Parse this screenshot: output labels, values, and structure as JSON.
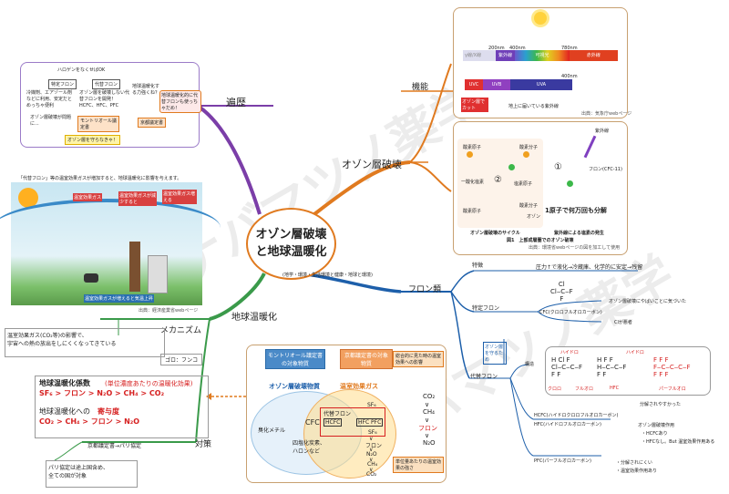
{
  "center": {
    "line1": "オゾン層破壊",
    "line2": "と地球温暖化"
  },
  "center_subtitle": "(地学・環境・生活環境と健康・地球と環境)",
  "watermark": "イナバマツノ薬学",
  "history": {
    "label": "遍歴",
    "halogen_ok": "ハロゲンをなくせばOK",
    "tokutei_title": "特定フロン",
    "tokutei_desc": "冷媒剤、エアゾール剤などに利用、安定だとめっちゃ便利",
    "ozone_problem": "オゾン層破壊が問題に...",
    "daitai_title": "代替フロン",
    "daitai_desc": "オゾン層を破壊しない代替フロンを開発！HCFC、HFC、PFC",
    "warming_q": "地球温暖化する力強くね？",
    "pfc_note": "地球温暖化的に代替フロンも使っちゃだめ！",
    "montreal": "モントリオール議定書",
    "kyoto": "京都議定書",
    "protect": "オゾン層を守らなきゃ！",
    "colors": {
      "line": "#7b3ea8",
      "border": "#9b7bc8"
    }
  },
  "functions": {
    "label": "機能",
    "ticks": [
      "200nm",
      "400nm",
      "780nm"
    ],
    "bar1": [
      "γ線/X線",
      "紫外線",
      "可視光",
      "赤外線"
    ],
    "tick2": "400nm",
    "bar2": [
      "UVC",
      "UVB",
      "UVA"
    ],
    "ozone_cut": "オゾン層でカット",
    "ground": "地上に届いている紫外線",
    "source": "出典：気象庁webページ"
  },
  "ozone_destruction": {
    "label": "オゾン層破壊",
    "uv": "紫外線",
    "cfc": "フロン(CFC-11)",
    "o_atom": "酸素原子",
    "o2_mol": "酸素分子",
    "o_atom2": "酸素原子",
    "o2_mol2": "酸素分子",
    "clo": "一酸化塩素",
    "cl_atom": "塩素原子",
    "ozone": "オゾン",
    "cycle": "オゾン層破壊のサイクル",
    "gen": "紫外線による塩素の発生",
    "handnote": "1原子で何万回も分解",
    "num1": "①",
    "num2": "②",
    "fig": "図1　上部成層圏でのオゾン破壊",
    "source": "出典：環境省webページの図を加工して使用"
  },
  "freon": {
    "label": "フロン類",
    "feature_label": "特徴",
    "feature_text": "圧力↑で液化→冷蔵庫、化学的に安定→残留",
    "specific_label": "特定フロン",
    "specific_name": "CFC(クロロフルオロカーボン)",
    "specific_note1": "オゾン層破壊にやばいことに気づいた",
    "specific_note2": "Clが悪者",
    "alt_note": "オゾン層を守るため",
    "alt_label": "代替フロン",
    "structure_label": "構造",
    "hcfc_line": "HCFC(ハイドロクロロフルオロカーボン)",
    "hfc_line": "HFC(ハイドロフルオロカーボン)",
    "hcfc_note": "分解されやすかった",
    "ozone_feature": "オゾン層破壊作用",
    "hcfc_yes": "・HCFCあり",
    "hfc_no": "・HFCなし。But 温室効果作用ある",
    "pfc_line": "PFC(パーフルオロカーボン)",
    "pfc_note1": "・分解されにくい",
    "pfc_note2": "・温室効果作用あり",
    "hand_labels": [
      "ハイドロ",
      "クロロ",
      "フルオロ",
      "ハイドロ",
      "HFC",
      "パーフルオロ"
    ]
  },
  "warming": {
    "label": "地球温暖化",
    "img_title": "「代替フロン」等の温室効果ガスが増加すると、地球温暖化に影響を与えます。",
    "img_labels": [
      "温室効果ガス",
      "温室効果ガスが減少すると",
      "温室効果ガス増える",
      "温室効果ガスが増えると気温上昇"
    ],
    "img_source": "出典：経済産業省webページ",
    "mech_label": "メカニズム",
    "mech_text1": "温室効果ガス(CO₂等)の影響で、",
    "mech_text2": "宇宙への熱の放出をしにくくなってきている",
    "goro": "ゴロ：フンコ",
    "coef_title": "地球温暖化係数",
    "coef_sub": "(単位濃度あたりの温暖化効果)",
    "coef_eq": "SF₆ > フロン > N₂O > CH₄ > CO₂",
    "contrib_title1": "地球温暖化への",
    "contrib_title2": "寄与度",
    "contrib_eq": "CO₂ > CH₄ > フロン > N₂O",
    "measures_label": "対策",
    "kyoto_paris": "京都議定書→パリ協定",
    "paris_note1": "パリ協定は途上国含め、",
    "paris_note2": "全ての国が対象",
    "colors": {
      "line": "#3a9a4a",
      "red": "#d62020"
    }
  },
  "venn": {
    "montreal_title": "モントリオール議定書の対象物質",
    "kyoto_title": "京都議定書の対象物質",
    "ozone_sub": "オゾン層破壊物質",
    "ghg_sub": "温室効果ガス",
    "coef_note": "総合的に見た時の温室効果への影響",
    "unit_note": "単位量あたりの温室効果の強さ",
    "bromide": "臭化メチル",
    "cfc": "CFC",
    "daitai": "代替フロン",
    "hcfc": "HCFC",
    "hfc_pfc": "HFC PFC",
    "sf6": "SF₆",
    "ccl4": "四塩化炭素、ハロンなど",
    "ladder_left": [
      "SF₆",
      "∨",
      "フロン",
      "∨",
      "N₂O",
      "∨",
      "CH₄",
      "∨",
      "CO₂"
    ],
    "ladder_right": [
      "CO₂",
      "∨",
      "CH₄",
      "∨",
      "フロン",
      "∨",
      "N₂O"
    ]
  }
}
